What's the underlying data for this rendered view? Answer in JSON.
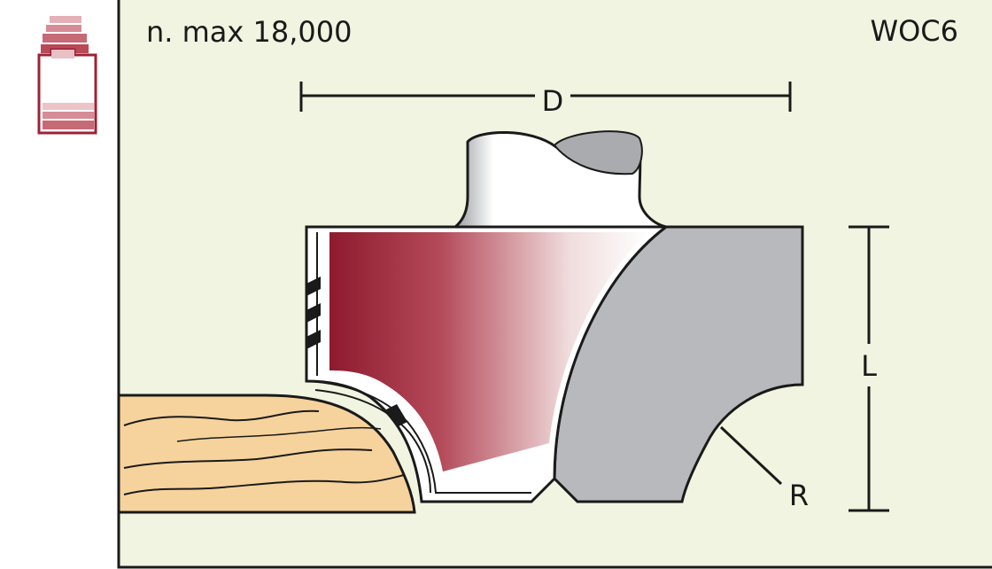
{
  "header": {
    "speed_label": "n. max 18,000",
    "model_code": "WOC6"
  },
  "dimensions": {
    "diameter_label": "D",
    "length_label": "L",
    "radius_label": "R"
  },
  "colors": {
    "panel_background": "#f1f4e0",
    "cutter_red": "#8e1a2e",
    "body_gray": "#b7b9bc",
    "wood": "#f6d39c",
    "outline": "#1a1a1a",
    "icon_red": "#9b2335"
  }
}
